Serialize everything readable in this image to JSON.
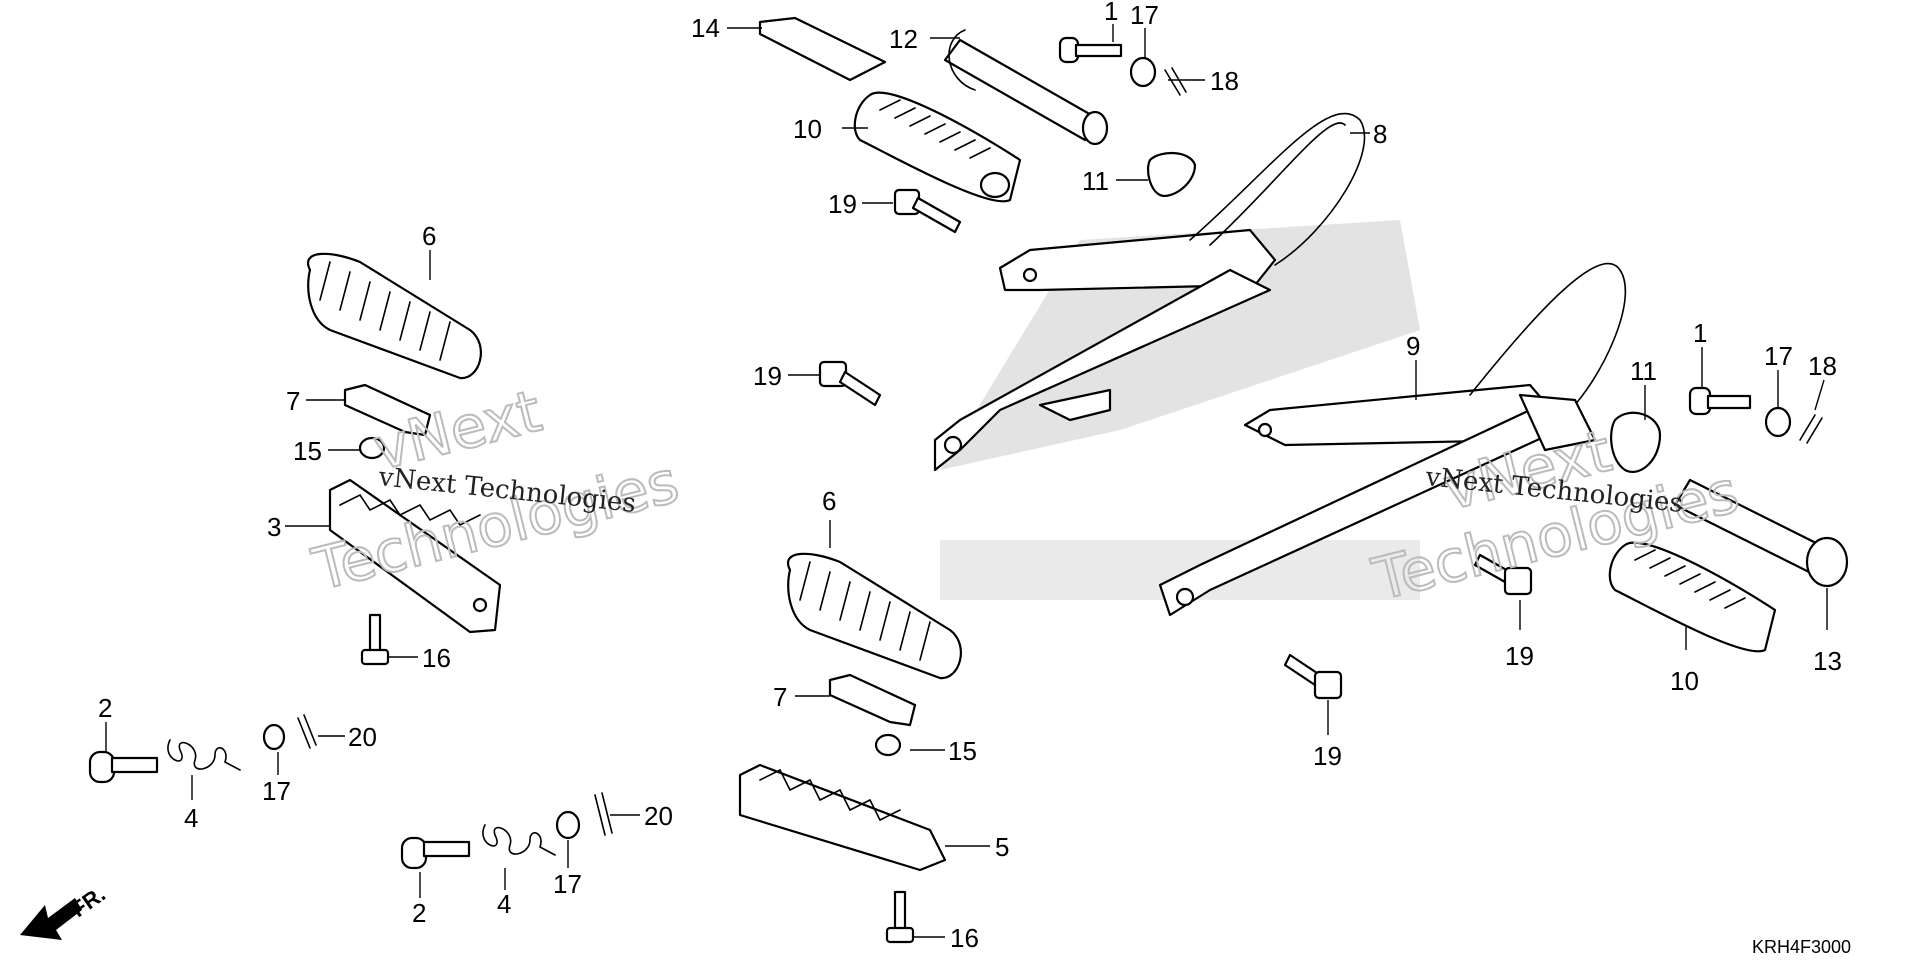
{
  "callouts": {
    "c1a": "1",
    "c17a": "17",
    "c18a": "18",
    "c14": "14",
    "c12": "12",
    "c8": "8",
    "c10a": "10",
    "c11a": "11",
    "c19a": "19",
    "c6a": "6",
    "c7a": "7",
    "c15a": "15",
    "c3": "3",
    "c16a": "16",
    "c19b": "19",
    "c9": "9",
    "c11b": "11",
    "c1b": "1",
    "c17b": "17",
    "c18b": "18",
    "c19c": "19",
    "c10b": "10",
    "c13": "13",
    "c19d": "19",
    "c6b": "6",
    "c7b": "7",
    "c15b": "15",
    "c5": "5",
    "c16b": "16",
    "c2a": "2",
    "c4a": "4",
    "c17c": "17",
    "c20a": "20",
    "c2b": "2",
    "c4b": "4",
    "c17d": "17",
    "c20b": "20"
  },
  "watermark": {
    "line1": "vNext Technologies",
    "outline_top": "vNext",
    "outline_bottom": "Technologies"
  },
  "front_indicator": "FR.",
  "diagram_code": "KRH4F3000"
}
